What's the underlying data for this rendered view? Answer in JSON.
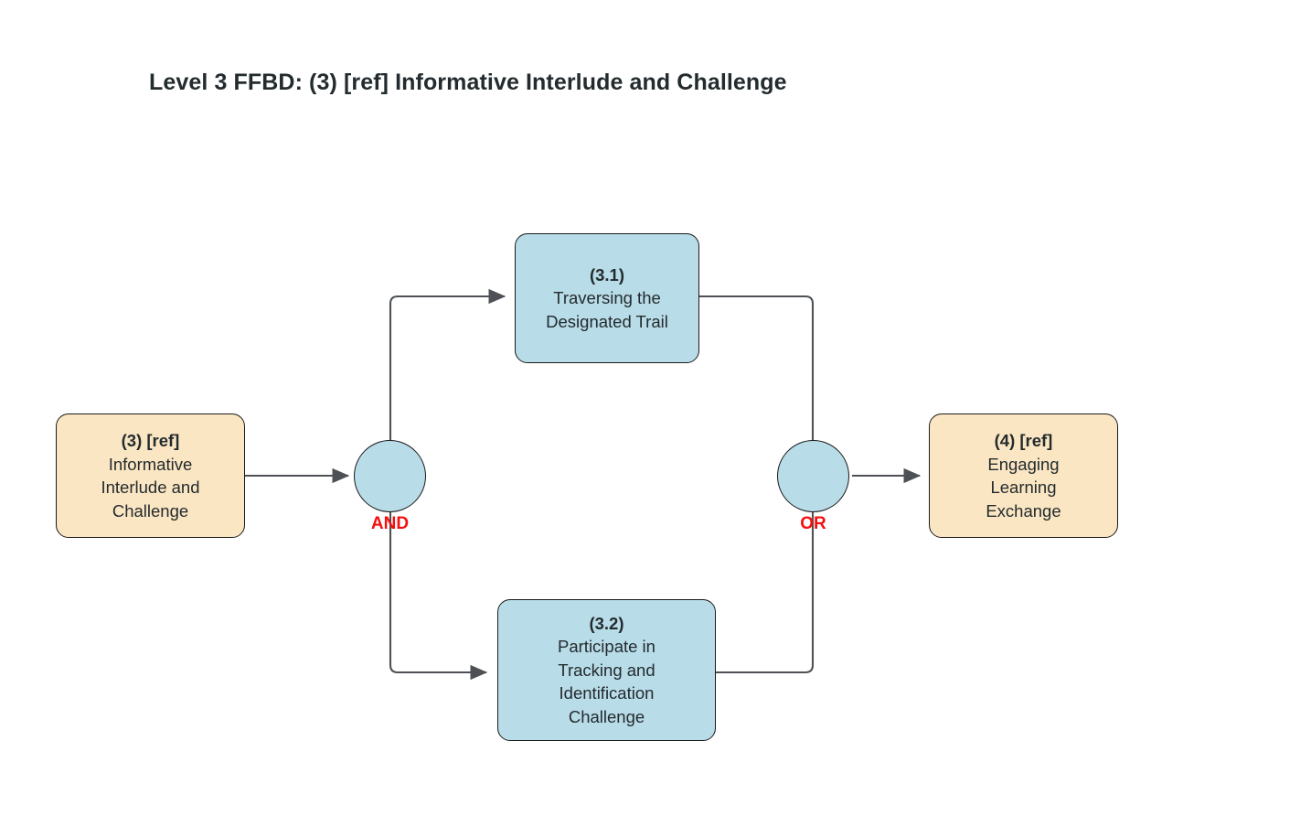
{
  "diagram": {
    "title": "Level 3 FFBD: (3) [ref] Informative Interlude and Challenge",
    "type": "functional-flow-block-diagram",
    "colors": {
      "reference_node_fill": "#fbe6c3",
      "function_node_fill": "#b8dce8",
      "node_stroke": "#1b1b1b",
      "gate_label": "#f40f0f",
      "connector": "#4d5155",
      "text": "#232b2e",
      "background": "#ffffff"
    },
    "nodes": [
      {
        "key": "ref_3",
        "id": "(3) [ref]",
        "label": "Informative\nInterlude and\nChallenge",
        "kind": "reference"
      },
      {
        "key": "fn_3_1",
        "id": "(3.1)",
        "label": "Traversing the\nDesignated Trail",
        "kind": "function"
      },
      {
        "key": "fn_3_2",
        "id": "(3.2)",
        "label": "Participate in\nTracking and\nIdentification\nChallenge",
        "kind": "function"
      },
      {
        "key": "ref_4",
        "id": "(4) [ref]",
        "label": "Engaging\nLearning\nExchange",
        "kind": "reference"
      }
    ],
    "gates": [
      {
        "key": "gate_and",
        "label": "AND",
        "role": "split"
      },
      {
        "key": "gate_or",
        "label": "OR",
        "role": "join"
      }
    ],
    "edges": [
      {
        "from": "ref_3",
        "to": "gate_and",
        "arrow": true
      },
      {
        "from": "gate_and",
        "to": "fn_3_1",
        "arrow": true
      },
      {
        "from": "gate_and",
        "to": "fn_3_2",
        "arrow": true
      },
      {
        "from": "fn_3_1",
        "to": "gate_or",
        "arrow": false
      },
      {
        "from": "fn_3_2",
        "to": "gate_or",
        "arrow": false
      },
      {
        "from": "gate_or",
        "to": "ref_4",
        "arrow": true
      }
    ]
  }
}
